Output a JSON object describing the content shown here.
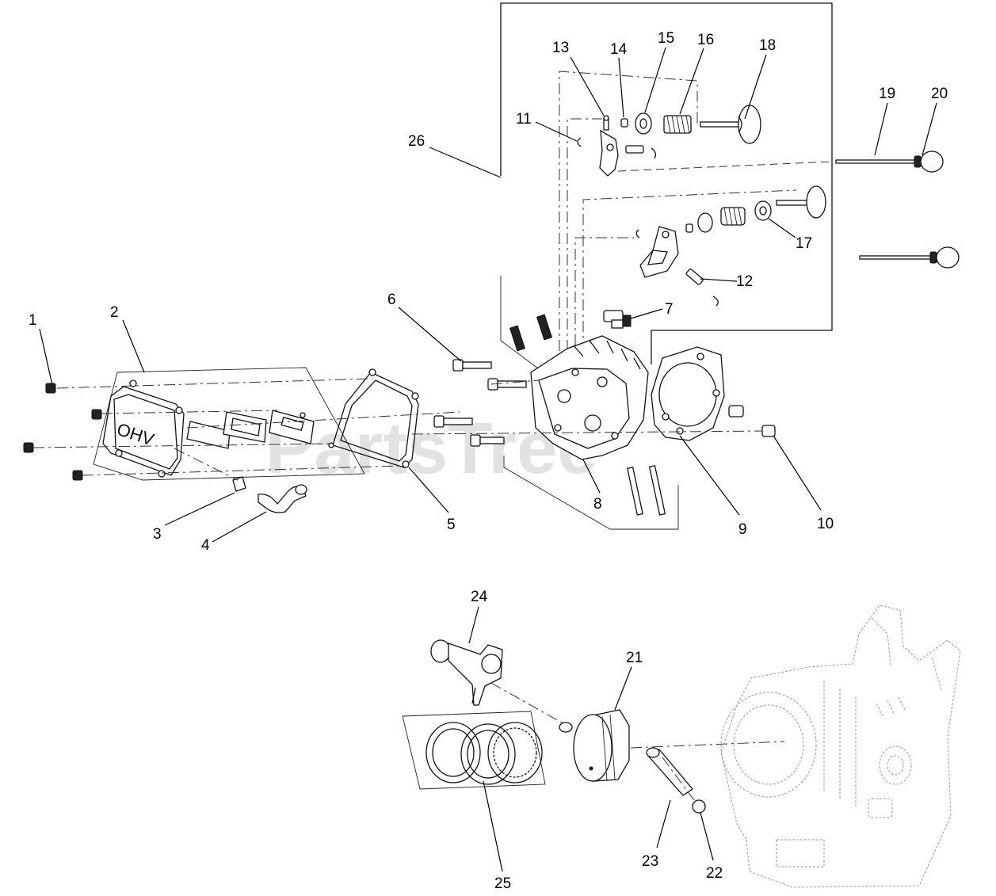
{
  "watermark": "PartsTree",
  "callouts": [
    "1",
    "2",
    "3",
    "4",
    "5",
    "6",
    "7",
    "8",
    "9",
    "10",
    "11",
    "12",
    "13",
    "14",
    "15",
    "16",
    "17",
    "18",
    "19",
    "20",
    "21",
    "22",
    "23",
    "24",
    "25",
    "26"
  ]
}
